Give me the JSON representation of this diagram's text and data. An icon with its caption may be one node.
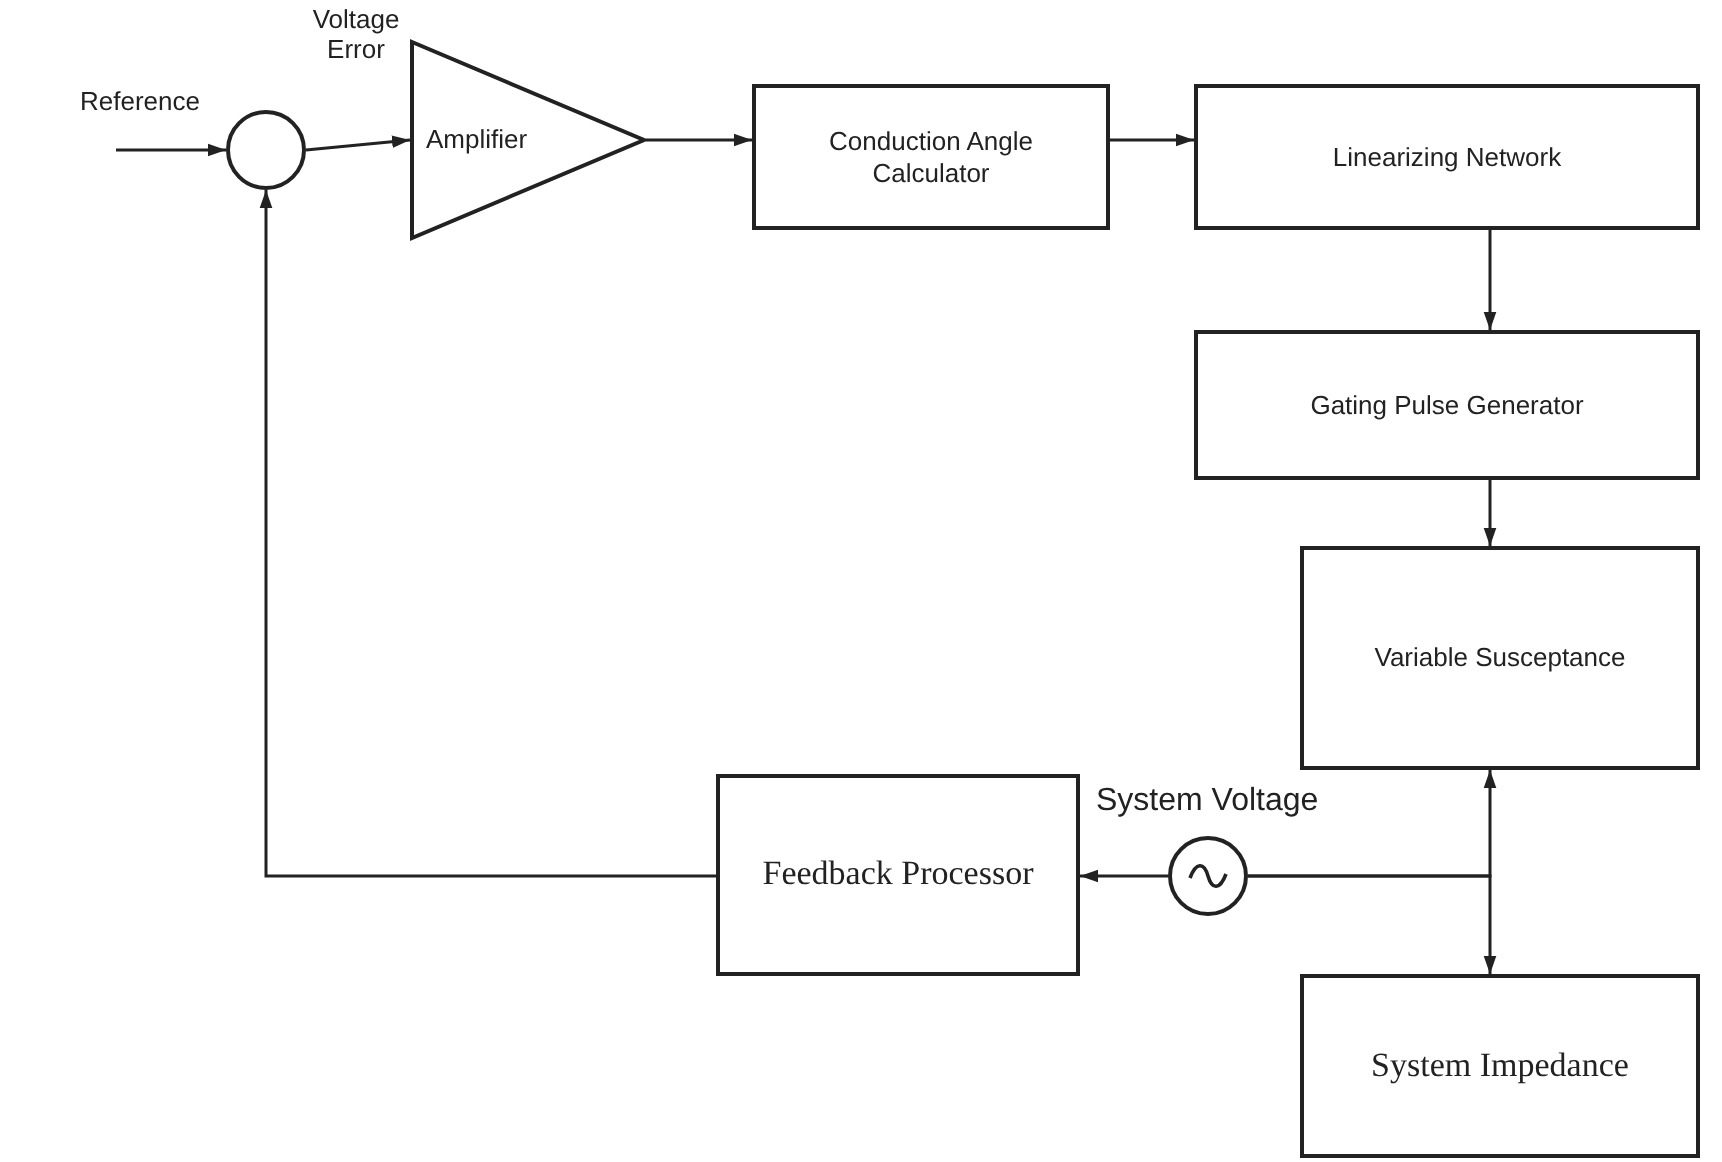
{
  "diagram": {
    "nodes": [
      {
        "text": [],
        "shape": "circle"
      },
      {
        "text": [
          "Amplifier"
        ]
      },
      {
        "text": [
          "Conduction Angle Calculator"
        ]
      },
      {
        "text": [
          "Linearizing Network"
        ]
      },
      {
        "text": [
          "Gating Pulse Generator"
        ]
      },
      {
        "text": [
          "Variable Susceptance"
        ]
      },
      {
        "text": [
          "Feedback Processor"
        ]
      },
      {
        "text": [],
        "shape": "circle",
        "beside": [
          "System Voltage"
        ]
      },
      {
        "text": [
          "System Impedance"
        ]
      }
    ],
    "edges": [
      {
        "from": null,
        "to": 0,
        "arrow": "to"
      },
      {
        "from": 0,
        "to": 1,
        "arrow": "to",
        "label": "Voltage Error"
      },
      {
        "from": 1,
        "to": 2,
        "arrow": "to"
      },
      {
        "from": 2,
        "to": 3,
        "arrow": "to"
      },
      {
        "from": 3,
        "to": 4,
        "arrow": "to"
      },
      {
        "from": 4,
        "to": 5,
        "arrow": "to"
      },
      {
        "from": 6,
        "to": 0,
        "arrow": "to"
      },
      {
        "from": 7,
        "to": 6,
        "arrow": "to"
      },
      {
        "from": 7,
        "to": 5,
        "arrow": "to"
      },
      {
        "from": 7,
        "to": 8,
        "arrow": "to"
      }
    ],
    "labels": [
      "Reference"
    ]
  }
}
